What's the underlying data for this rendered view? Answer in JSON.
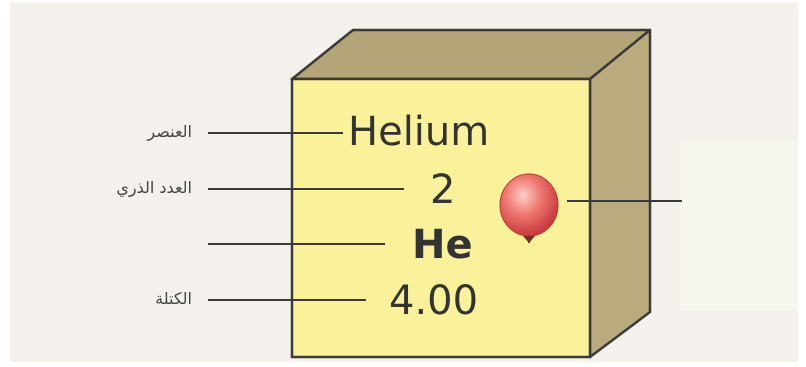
{
  "element": {
    "name": "Helium",
    "atomic_number": "2",
    "symbol": "He",
    "mass": "4.00"
  },
  "labels": {
    "element": "العنصر",
    "atomic_number": "العدد الذري",
    "mass": "الكتلة"
  },
  "colors": {
    "cube_front": "#faf29a",
    "cube_top": "#b3a577",
    "cube_side": "#b9ab7d",
    "cube_outline": "#3a3a3a",
    "balloon": "#e75c5c",
    "background": "#f4f1ec"
  },
  "icons": {
    "balloon": "balloon-icon"
  }
}
